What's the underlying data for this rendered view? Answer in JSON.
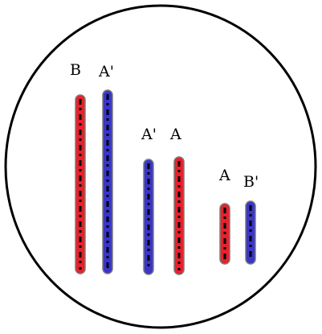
{
  "diagram": {
    "colors": {
      "red": "#e8212b",
      "blue": "#3a36c9",
      "outline": "#000000",
      "background": "#ffffff"
    },
    "chromosomes": [
      {
        "id": "chromosome-1",
        "label": "B",
        "color": "red"
      },
      {
        "id": "chromosome-2",
        "label": "A'",
        "color": "blue"
      },
      {
        "id": "chromosome-3",
        "label": "A'",
        "color": "blue"
      },
      {
        "id": "chromosome-4",
        "label": "A",
        "color": "red"
      },
      {
        "id": "chromosome-5",
        "label": "A",
        "color": "red"
      },
      {
        "id": "chromosome-6",
        "label": "B'",
        "color": "blue"
      }
    ]
  }
}
